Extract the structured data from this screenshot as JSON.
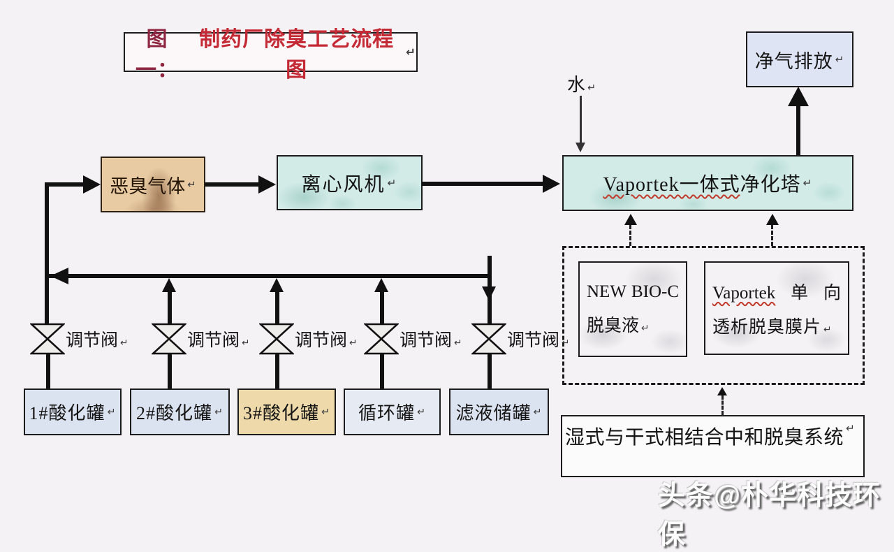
{
  "title": {
    "prefix": "图一：",
    "main": "制药厂除臭工艺流程图"
  },
  "marks": {
    "para": "↵"
  },
  "nodes": {
    "clean_gas": "净气排放",
    "water": "水",
    "odor_gas": "恶臭气体",
    "fan": "离心风机",
    "tower_brand": "Vaportek一体式",
    "tower_rest": "净化塔"
  },
  "valve": {
    "label": "调节阀"
  },
  "tanks": [
    {
      "label": "1#酸化罐"
    },
    {
      "label": "2#酸化罐"
    },
    {
      "label": "3#酸化罐"
    },
    {
      "label": "循环罐"
    },
    {
      "label": "滤液储罐"
    }
  ],
  "supplies": {
    "bio_c": {
      "l1a": "NEW",
      "l1b": "BIO-C",
      "l2": "脱臭液"
    },
    "membrane": {
      "brand": "Vaportek",
      "w1": "单",
      "w2": "向",
      "l2": "透析脱臭膜片"
    }
  },
  "system": {
    "label": "湿式与干式相结合中和脱臭系统"
  },
  "watermark": "头条@朴华科技环保",
  "colors": {
    "title_prefix_red": "#8f2742",
    "title_red": "#c42a35",
    "box_cyan": "#d2ebe7",
    "box_tan": "#e8cba3",
    "box_blue": "#dce3f0",
    "box_yellow": "#edd9a9",
    "line_black": "#111111"
  }
}
